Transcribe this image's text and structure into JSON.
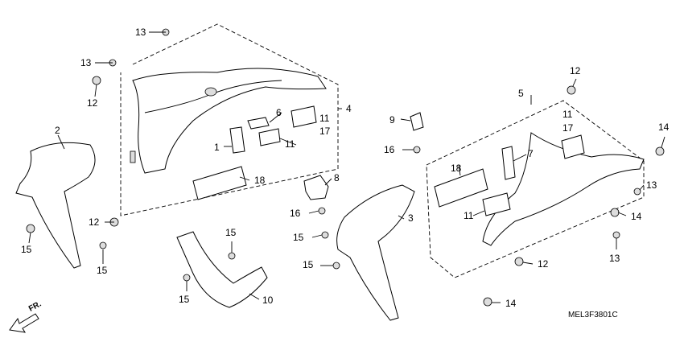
{
  "diagram": {
    "code": "MEL3F3801C",
    "direction_label": "FR.",
    "callouts": [
      "1",
      "2",
      "3",
      "4",
      "5",
      "6",
      "7",
      "8",
      "9",
      "10",
      "11",
      "12",
      "13",
      "14",
      "15",
      "16",
      "17",
      "18"
    ],
    "icons": [
      "fr-arrow-icon"
    ]
  }
}
